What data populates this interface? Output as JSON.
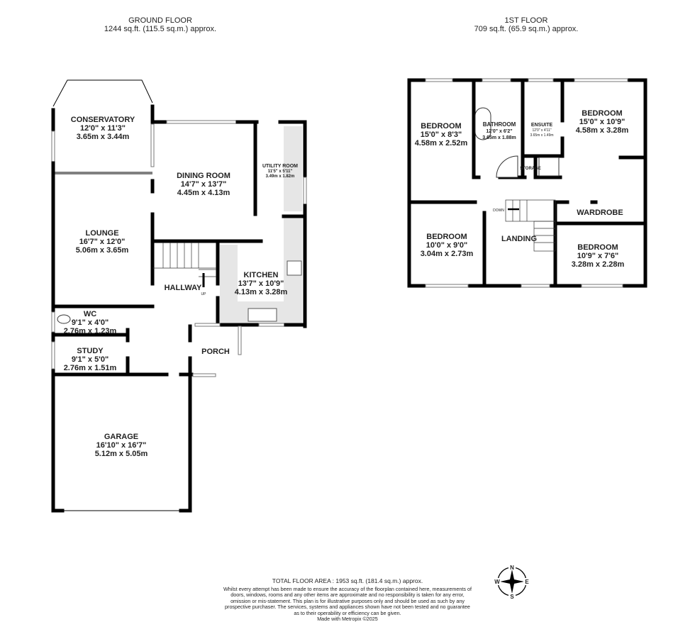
{
  "ground_floor": {
    "title": "GROUND FLOOR",
    "area": "1244 sq.ft. (115.5 sq.m.) approx.",
    "rooms": [
      {
        "name": "CONSERVATORY",
        "imperial": "12'0\"  x 11'3\"",
        "metric": "3.65m  x 3.44m"
      },
      {
        "name": "DINING ROOM",
        "imperial": "14'7\"  x 13'7\"",
        "metric": "4.45m  x 4.13m"
      },
      {
        "name": "UTILITY ROOM",
        "imperial": "11'5\"  x 5'11\"",
        "metric": "3.49m  x 1.82m"
      },
      {
        "name": "LOUNGE",
        "imperial": "16'7\"  x 12'0\"",
        "metric": "5.06m  x 3.65m"
      },
      {
        "name": "KITCHEN",
        "imperial": "13'7\"  x 10'9\"",
        "metric": "4.13m  x 3.28m"
      },
      {
        "name": "HALLWAY"
      },
      {
        "name": "WC",
        "imperial": "9'1\"  x 4'0\"",
        "metric": "2.76m  x 1.23m"
      },
      {
        "name": "STUDY",
        "imperial": "9'1\"  x 5'0\"",
        "metric": "2.76m  x 1.51m"
      },
      {
        "name": "PORCH"
      },
      {
        "name": "GARAGE",
        "imperial": "16'10\"  x 16'7\"",
        "metric": "5.12m  x 5.05m"
      }
    ],
    "stairs_label": "UP"
  },
  "first_floor": {
    "title": "1ST FLOOR",
    "area": "709 sq.ft. (65.9 sq.m.) approx.",
    "rooms": [
      {
        "name": "BEDROOM",
        "imperial": "15'0\"  x 8'3\"",
        "metric": "4.58m  x 2.52m"
      },
      {
        "name": "BATHROOM",
        "imperial": "12'0\"  x 6'2\"",
        "metric": "3.65m  x 1.88m"
      },
      {
        "name": "ENSUITE",
        "imperial": "12'0\"  x 4'11\"",
        "metric": "3.65m  x 1.49m"
      },
      {
        "name": "BEDROOM",
        "imperial": "15'0\"  x 10'9\"",
        "metric": "4.58m  x 3.28m"
      },
      {
        "name": "STORAGE"
      },
      {
        "name": "WARDROBE"
      },
      {
        "name": "BEDROOM",
        "imperial": "10'0\"  x 9'0\"",
        "metric": "3.04m  x 2.73m"
      },
      {
        "name": "LANDING"
      },
      {
        "name": "BEDROOM",
        "imperial": "10'9\"  x 7'6\"",
        "metric": "3.28m  x 2.28m"
      }
    ],
    "stairs_label": "DOWN"
  },
  "footer": {
    "total": "TOTAL FLOOR AREA : 1953 sq.ft. (181.4 sq.m.) approx.",
    "disclaimer": "Whilst every attempt has been made to ensure the accuracy of the floorplan contained here, measurements of doors, windows, rooms and any other items are approximate and no responsibility is taken for any error, omission or mis-statement. This plan is for illustrative purposes only and should be used as such by any prospective purchaser. The services, systems and appliances shown have not been tested and no guarantee as to their operability or efficiency can be given.",
    "made_with": "Made with Metropix ©2025"
  },
  "compass": {
    "n": "N",
    "e": "E",
    "s": "S",
    "w": "W"
  }
}
